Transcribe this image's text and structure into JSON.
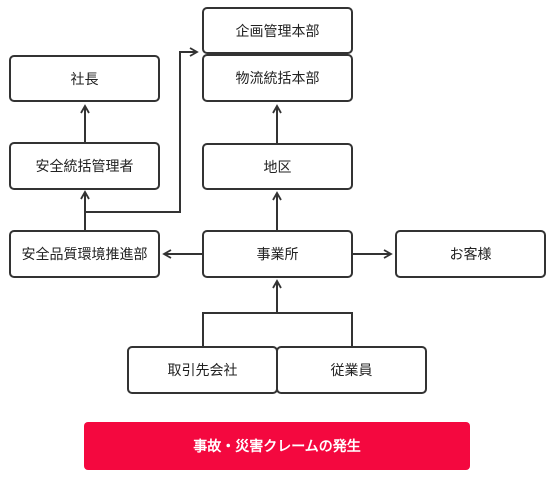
{
  "nodes": {
    "kikaku": "企画管理本部",
    "butsuryu": "物流統括本部",
    "shacho": "社長",
    "anzen_kanri": "安全統括管理者",
    "chiku": "地区",
    "suishin": "安全品質環境推進部",
    "jigyosho": "事業所",
    "okyakusama": "お客様",
    "torihiki": "取引先会社",
    "jugyoin": "従業員"
  },
  "trigger": "事故・災害クレームの発生",
  "colors": {
    "line": "#333333",
    "alert": "#f4083f"
  }
}
